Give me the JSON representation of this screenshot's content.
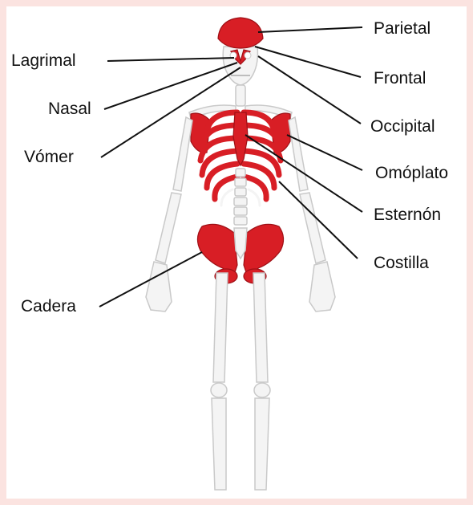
{
  "colors": {
    "page_background": "#fbe3e0",
    "bone": "#f4f4f4",
    "highlight": "#d81e25",
    "label_text": "#111111"
  },
  "labels": {
    "parietal": "Parietal",
    "frontal": "Frontal",
    "occipital": "Occipital",
    "omoplato": "Omóplato",
    "esternon": "Esternón",
    "costilla": "Costilla",
    "lagrimal": "Lagrimal",
    "nasal": "Nasal",
    "vomer": "Vómer",
    "cadera": "Cadera"
  }
}
